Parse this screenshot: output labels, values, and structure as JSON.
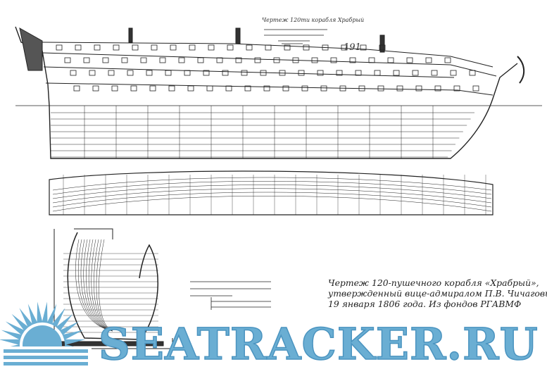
{
  "drawing": {
    "title_handwritten": "Чертеж 120ти корабля Храбрый",
    "sheet_number": "191"
  },
  "caption": {
    "line1": "Чертеж 120-пушечного корабля «Храбрый»,",
    "line2": "утвержденный вице-адмиралом П.В. Чичаговым",
    "line3": "19 января 1806 года. Из фондов РГАВМФ"
  },
  "watermark": {
    "text": "SEATRACKER.RU",
    "color": "#6aaed3"
  }
}
